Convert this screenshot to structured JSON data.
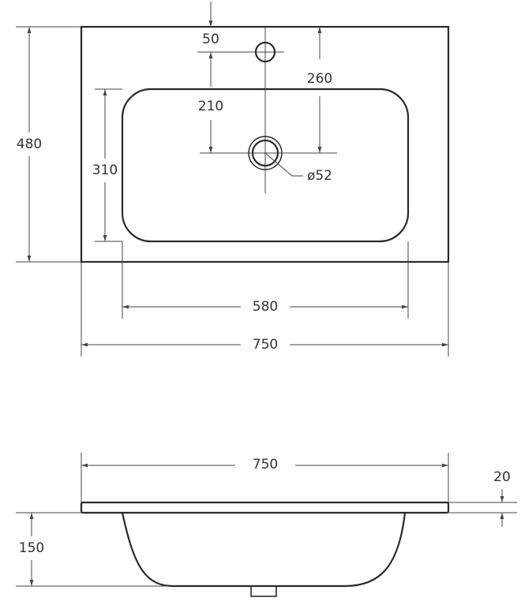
{
  "top_view": {
    "width_total": "750",
    "depth_total": "480",
    "basin_width": "580",
    "basin_depth": "310",
    "tap_offset": "50",
    "tap_to_drain": "210",
    "edge_to_drain": "260",
    "drain_diameter": "ø52"
  },
  "side_view": {
    "width_total": "750",
    "slab_thickness": "20",
    "bowl_depth": "150"
  }
}
